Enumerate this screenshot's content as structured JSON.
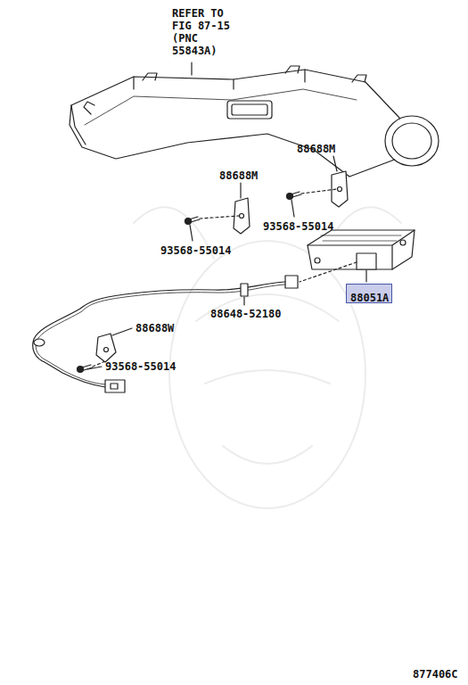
{
  "diagram": {
    "nodes": [
      {
        "text": [
          "88051A"
        ]
      }
    ],
    "labels": [
      "REFER TO FIG 87-15 (PNC 55843A)",
      "88688M",
      "88688M",
      "93568-55014",
      "93568-55014",
      "88648-52180",
      "88688W",
      "93568-55014",
      "877406C"
    ]
  }
}
